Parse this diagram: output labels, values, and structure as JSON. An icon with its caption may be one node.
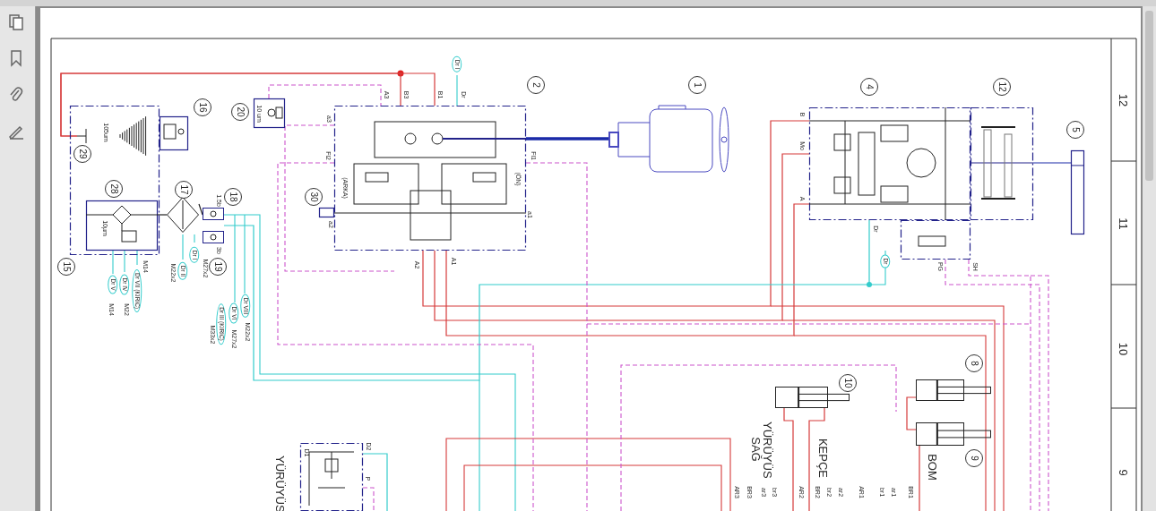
{
  "diagram": {
    "nodes": [
      {
        "text": [],
        "shape": "box"
      },
      {
        "text": [],
        "shape": "picture",
        "in": 0
      },
      {
        "text": [],
        "shape": "box"
      },
      {
        "text": [],
        "shape": "box",
        "in": 0
      },
      {
        "text": [],
        "shape": "diamond"
      },
      {
        "text": [],
        "shape": "picture"
      },
      {
        "text": [],
        "shape": "box"
      },
      {
        "text": [],
        "shape": "box"
      },
      {
        "text": [],
        "shape": "picture"
      },
      {
        "text": [],
        "shape": "box"
      },
      {
        "text": [],
        "shape": "box"
      },
      {
        "text": [],
        "shape": "bar"
      },
      {
        "text": [],
        "shape": "box"
      },
      {
        "text": [],
        "shape": "box"
      },
      {
        "text": [],
        "shape": "box"
      },
      {
        "text": [],
        "shape": "box"
      },
      {
        "text": [],
        "shape": "box"
      },
      {
        "text": [],
        "shape": "box"
      }
    ],
    "edges": [
      {
        "from": 1,
        "to": 7,
        "arrow": "none"
      },
      {
        "from": 1,
        "to": 7,
        "arrow": "none"
      },
      {
        "from": 7,
        "to": 8,
        "arrow": "none",
        "style": "thick",
        "color": "#1a2aa8"
      },
      {
        "from": 10,
        "to": 11,
        "arrow": "none",
        "color": "#1a2aa8"
      },
      {
        "from": 6,
        "to": 7,
        "arrow": "none",
        "style": "dashed",
        "color": "#cc55cc"
      },
      {
        "from": 7,
        "to": 9,
        "arrow": "none"
      },
      {
        "from": 7,
        "to": 9,
        "arrow": "none"
      },
      {
        "from": 7,
        "to": 9,
        "arrow": "none"
      },
      {
        "from": 9,
        "to": 5,
        "arrow": "none",
        "color": "#33cccc"
      },
      {
        "from": 12,
        "to": null,
        "arrow": "none",
        "style": "dashed",
        "color": "#cc55cc"
      },
      {
        "from": 12,
        "to": null,
        "arrow": "none",
        "style": "dashed",
        "color": "#cc55cc"
      },
      {
        "from": 16,
        "to": null,
        "arrow": "none",
        "color": "#33cccc"
      },
      {
        "from": 16,
        "to": null,
        "arrow": "none",
        "style": "dashed",
        "color": "#cc55cc"
      },
      {
        "from": 13,
        "to": null,
        "arrow": "none"
      },
      {
        "from": 13,
        "to": null,
        "arrow": "none"
      },
      {
        "from": 14,
        "to": 15,
        "arrow": "none"
      },
      {
        "from": 15,
        "to": null,
        "arrow": "none"
      },
      {
        "from": 3,
        "to": 4,
        "arrow": "none",
        "color": "#222222"
      },
      {
        "from": 4,
        "to": 5,
        "arrow": "none",
        "color": "#222222"
      },
      {
        "from": 7,
        "to": null,
        "arrow": "none",
        "style": "dashed",
        "color": "#cc55cc"
      },
      {
        "from": 7,
        "to": null,
        "arrow": "none",
        "style": "dashed",
        "color": "#cc55cc"
      },
      {
        "from": 7,
        "to": null,
        "arrow": "none",
        "style": "dashed",
        "color": "#cc55cc"
      }
    ],
    "labels": [
      "12",
      "11",
      "10",
      "9",
      "29",
      "105um",
      "16",
      "20",
      "10 um",
      "28",
      "10µm",
      "17",
      "1.5b",
      "18",
      "15",
      "M14",
      "M22x2",
      "Dr II",
      "Dr I",
      "M27x2",
      "19",
      "3b",
      "Dr V",
      "Dr IV",
      "Dr VII (KIRIC)",
      "M14",
      "M22",
      "Dr III (KIRIC)",
      "Dr VI",
      "Dr VIII",
      "M33x2",
      "M27x2",
      "M22x2",
      "Dr I",
      "2",
      "A3",
      "B3",
      "B1",
      "Dr",
      "a3",
      "Fl2",
      "(ARKA)",
      "(ÖN)",
      "Fl1",
      "30",
      "a2",
      "a1",
      "A2",
      "A1",
      "1",
      "4",
      "12",
      "5",
      "B",
      "Mo",
      "A",
      "Dr",
      "Dr",
      "PG",
      "SH",
      "8",
      "10",
      "YÜRÜYÜS SAĞ",
      "KEPÇE",
      "BOM",
      "9",
      "YÜRÜYÜS",
      "D1",
      "D2",
      "P",
      "AR3",
      "BR3",
      "ar3",
      "br3",
      "AR2",
      "BR2",
      "br2",
      "ar2",
      "AR1",
      "br1",
      "ar1",
      "BR1"
    ]
  }
}
